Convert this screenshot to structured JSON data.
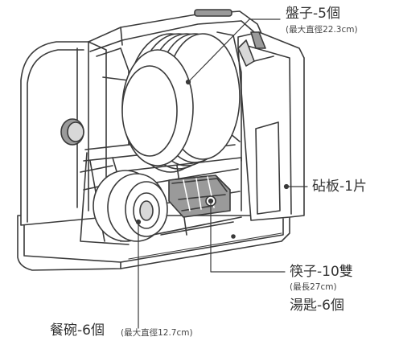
{
  "callouts": {
    "plates": {
      "label": "盤子-5個",
      "note": "(最大直徑22.3cm)"
    },
    "board": {
      "label": "砧板-1片"
    },
    "chopsticks": {
      "label": "筷子-10雙",
      "note": "(最長27cm)"
    },
    "spoons": {
      "label": "湯匙-6個"
    },
    "bowls": {
      "label": "餐碗-6個",
      "note": "(最大直徑12.7cm)"
    }
  },
  "colors": {
    "line": "#3a3a3a",
    "fill_light": "#ffffff",
    "fill_shade": "#d8d8d8",
    "fill_dark": "#9a9a9a"
  }
}
